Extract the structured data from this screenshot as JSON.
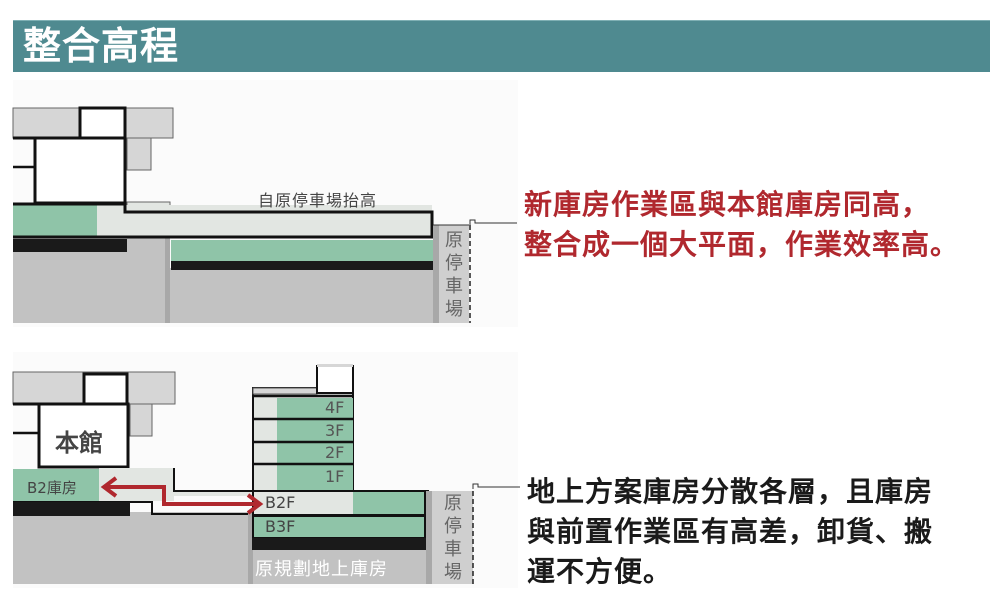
{
  "header": {
    "title": "整合高程",
    "bar_color": "#4f8a90"
  },
  "colors": {
    "storage_green": "#8fc4a8",
    "work_area_light": "#e2e6e2",
    "ground_gray": "#c2c2c2",
    "building_gray": "#d6d6d6",
    "slab_black": "#1a1a1a",
    "arrow_red": "#b0282e",
    "caption_red": "#b0282e",
    "caption_black": "#1a1a1a"
  },
  "diagram_top": {
    "label_raised": "自原停車場抬高",
    "label_parking": [
      "原",
      "停",
      "車",
      "場"
    ]
  },
  "diagram_bottom": {
    "label_main_building": "本館",
    "label_b2_storage": "B2庫房",
    "floors": [
      "4F",
      "3F",
      "2F",
      "1F"
    ],
    "basement_floors": [
      "B2F",
      "B3F"
    ],
    "label_original_plan": "原規劃地上庫房",
    "label_parking": [
      "原",
      "停",
      "車",
      "場"
    ]
  },
  "captions": {
    "top": [
      "新庫房作業區與本館庫房同高，",
      "整合成一個大平面，作業效率高。"
    ],
    "bottom": [
      "地上方案庫房分散各層，且庫房",
      "與前置作業區有高差，卸貨、搬",
      "運不方便。"
    ]
  }
}
